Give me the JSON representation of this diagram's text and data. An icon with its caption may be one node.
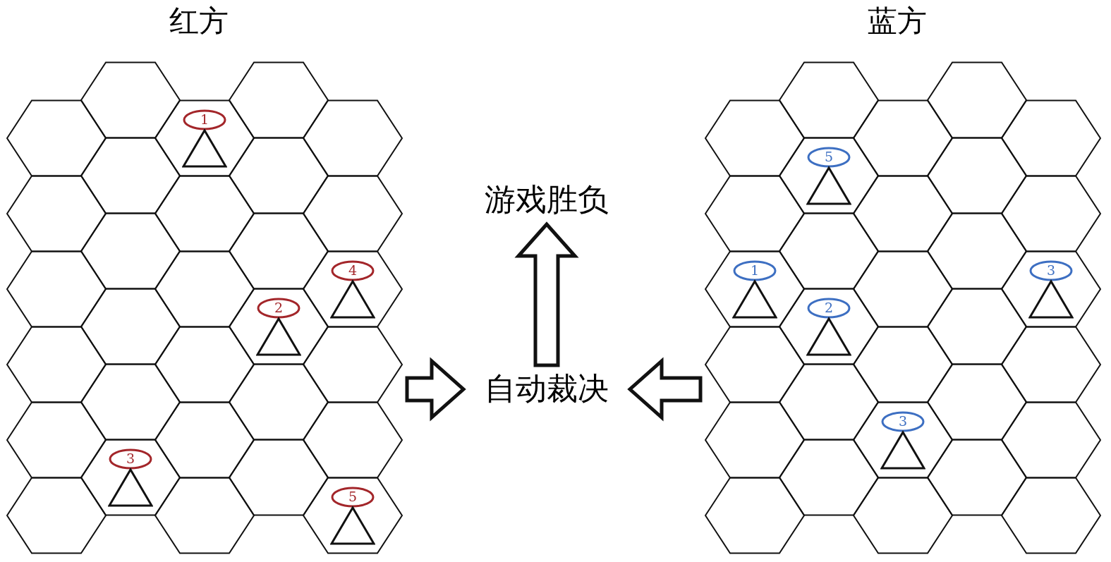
{
  "diagram": {
    "nodes": [
      {
        "text": [
          "红方"
        ]
      },
      {
        "text": [
          "1"
        ],
        "in": 0
      },
      {
        "text": [
          "4"
        ],
        "in": 0
      },
      {
        "text": [
          "2"
        ],
        "in": 0
      },
      {
        "text": [
          "3"
        ],
        "in": 0
      },
      {
        "text": [
          "5"
        ],
        "in": 0
      },
      {
        "text": [
          "游戏胜负"
        ]
      },
      {
        "text": [
          "自动裁决"
        ]
      },
      {
        "text": [
          "蓝方"
        ]
      },
      {
        "text": [
          "5"
        ],
        "in": 8
      },
      {
        "text": [
          "1"
        ],
        "in": 8
      },
      {
        "text": [
          "3"
        ],
        "in": 8
      },
      {
        "text": [
          "2"
        ],
        "in": 8
      },
      {
        "text": [
          "3"
        ],
        "in": 8
      }
    ],
    "edges": [
      {
        "from": 0,
        "to": 7,
        "arrow": "to"
      },
      {
        "from": 8,
        "to": 7,
        "arrow": "to"
      },
      {
        "from": 7,
        "to": 6,
        "arrow": "to"
      }
    ]
  }
}
